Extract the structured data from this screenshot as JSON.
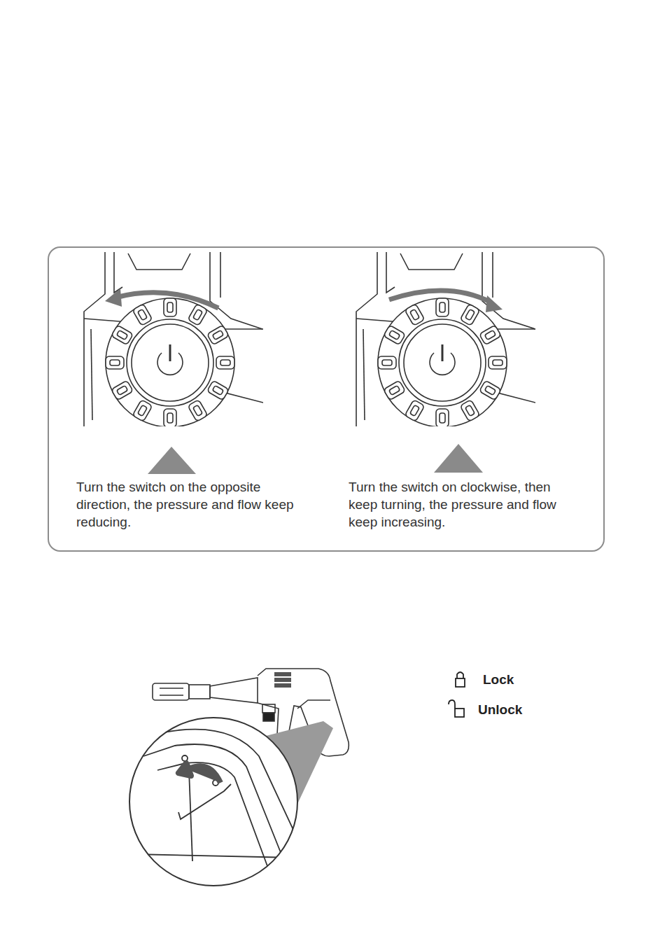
{
  "diagram": {
    "nodes": [
      {
        "text": [
          "Turn the switch on the opposite direction, the pressure and flow keep reducing.",
          "Turn the switch on clockwise, then keep turning, the pressure and flow keep increasing."
        ]
      }
    ],
    "legend": [
      {
        "text": "Lock"
      },
      {
        "text": "Unlock"
      }
    ]
  }
}
